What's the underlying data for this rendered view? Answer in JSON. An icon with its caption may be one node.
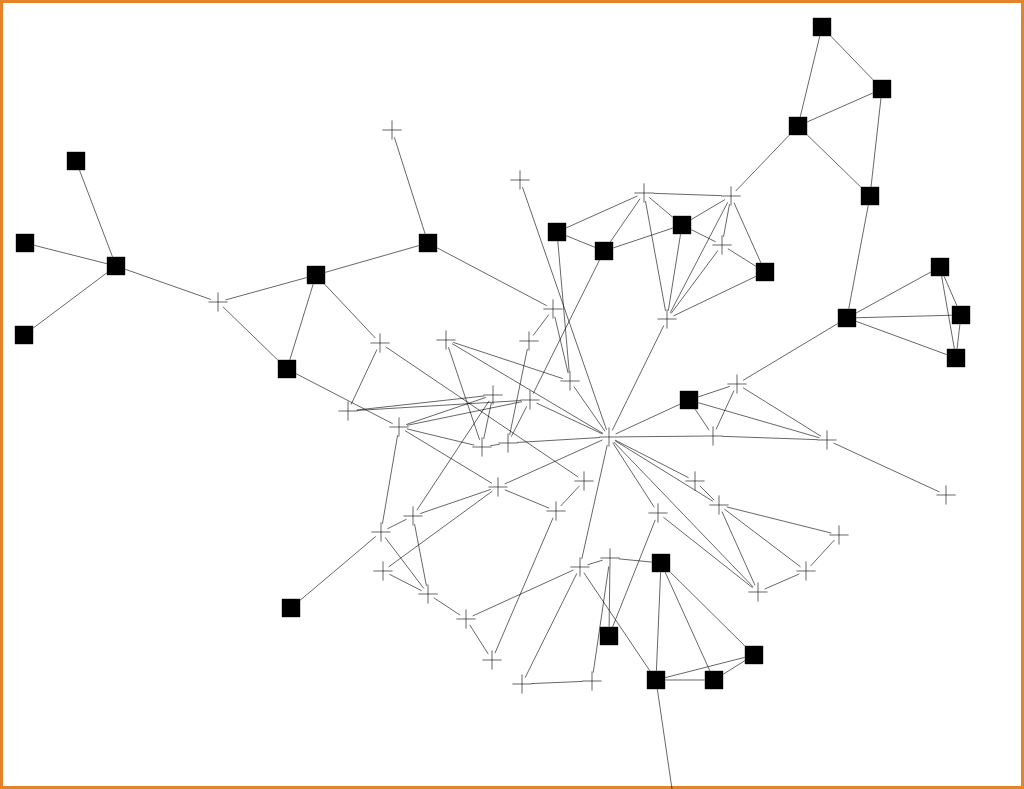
{
  "diagram": {
    "nodes": [
      {
        "text": [],
        "shape": "box"
      },
      {
        "text": [],
        "shape": "box"
      },
      {
        "text": [],
        "shape": "box"
      },
      {
        "text": [],
        "shape": "box"
      },
      {
        "text": [],
        "shape": "box"
      },
      {
        "text": [],
        "shape": "box"
      },
      {
        "text": [],
        "shape": "box"
      },
      {
        "text": [],
        "shape": "box"
      },
      {
        "text": [],
        "shape": "box"
      },
      {
        "text": [],
        "shape": "box"
      },
      {
        "text": [],
        "shape": "box"
      },
      {
        "text": [],
        "shape": "box"
      },
      {
        "text": [],
        "shape": "box"
      },
      {
        "text": [],
        "shape": "box"
      },
      {
        "text": [],
        "shape": "box"
      },
      {
        "text": [],
        "shape": "box"
      },
      {
        "text": [],
        "shape": "box"
      },
      {
        "text": [],
        "shape": "box"
      },
      {
        "text": [],
        "shape": "box"
      },
      {
        "text": [],
        "shape": "box"
      },
      {
        "text": [],
        "shape": "box"
      },
      {
        "text": [],
        "shape": "box"
      },
      {
        "text": [],
        "shape": "box"
      },
      {
        "text": [],
        "shape": "box"
      },
      {
        "text": [],
        "shape": "box"
      },
      {
        "text": [],
        "shape": "box"
      },
      {
        "text": [],
        "shape": "cross"
      },
      {
        "text": [],
        "shape": "cross"
      },
      {
        "text": [],
        "shape": "cross"
      },
      {
        "text": [],
        "shape": "cross"
      },
      {
        "text": [],
        "shape": "cross"
      },
      {
        "text": [],
        "shape": "cross"
      },
      {
        "text": [],
        "shape": "cross"
      },
      {
        "text": [],
        "shape": "cross"
      },
      {
        "text": [],
        "shape": "cross"
      },
      {
        "text": [],
        "shape": "cross"
      },
      {
        "text": [],
        "shape": "cross"
      },
      {
        "text": [],
        "shape": "cross"
      },
      {
        "text": [],
        "shape": "cross"
      },
      {
        "text": [],
        "shape": "cross"
      },
      {
        "text": [],
        "shape": "cross"
      },
      {
        "text": [],
        "shape": "cross"
      },
      {
        "text": [],
        "shape": "cross"
      },
      {
        "text": [],
        "shape": "cross"
      },
      {
        "text": [],
        "shape": "cross"
      },
      {
        "text": [],
        "shape": "cross"
      },
      {
        "text": [],
        "shape": "cross"
      },
      {
        "text": [],
        "shape": "cross"
      },
      {
        "text": [],
        "shape": "cross"
      },
      {
        "text": [],
        "shape": "cross"
      },
      {
        "text": [],
        "shape": "cross"
      },
      {
        "text": [],
        "shape": "cross"
      },
      {
        "text": [],
        "shape": "cross"
      },
      {
        "text": [],
        "shape": "cross"
      },
      {
        "text": [],
        "shape": "cross"
      },
      {
        "text": [],
        "shape": "cross"
      },
      {
        "text": [],
        "shape": "cross"
      },
      {
        "text": [],
        "shape": "cross"
      },
      {
        "text": [],
        "shape": "cross"
      },
      {
        "text": [],
        "shape": "cross"
      },
      {
        "text": [],
        "shape": "cross"
      },
      {
        "text": [],
        "shape": "cross"
      },
      {
        "text": [],
        "shape": "cross"
      },
      {
        "text": [],
        "shape": "cross"
      },
      {
        "text": [],
        "shape": "cross"
      },
      {
        "text": [],
        "shape": "cross"
      },
      {
        "text": [],
        "shape": "cross"
      },
      {
        "text": [],
        "shape": "cross"
      }
    ],
    "edges": [
      {
        "from": 0,
        "to": 2,
        "arrow": "none"
      },
      {
        "from": 0,
        "to": 1,
        "arrow": "none"
      },
      {
        "from": 1,
        "to": 2,
        "arrow": "none"
      },
      {
        "from": 1,
        "to": 3,
        "arrow": "none"
      },
      {
        "from": 2,
        "to": 3,
        "arrow": "none"
      },
      {
        "from": 2,
        "to": 29,
        "arrow": "none"
      },
      {
        "from": 3,
        "to": 17,
        "arrow": "none"
      },
      {
        "from": 17,
        "to": 15,
        "arrow": "none"
      },
      {
        "from": 17,
        "to": 16,
        "arrow": "none"
      },
      {
        "from": 17,
        "to": 18,
        "arrow": "none"
      },
      {
        "from": 15,
        "to": 16,
        "arrow": "none"
      },
      {
        "from": 15,
        "to": 18,
        "arrow": "none"
      },
      {
        "from": 16,
        "to": 18,
        "arrow": "none"
      },
      {
        "from": 17,
        "to": 45,
        "arrow": "none"
      },
      {
        "from": 4,
        "to": 6,
        "arrow": "none"
      },
      {
        "from": 5,
        "to": 6,
        "arrow": "none"
      },
      {
        "from": 7,
        "to": 6,
        "arrow": "none"
      },
      {
        "from": 6,
        "to": 32,
        "arrow": "none"
      },
      {
        "from": 32,
        "to": 9,
        "arrow": "none"
      },
      {
        "from": 32,
        "to": 10,
        "arrow": "none"
      },
      {
        "from": 9,
        "to": 8,
        "arrow": "none"
      },
      {
        "from": 9,
        "to": 10,
        "arrow": "none"
      },
      {
        "from": 8,
        "to": 26,
        "arrow": "none"
      },
      {
        "from": 8,
        "to": 33,
        "arrow": "none"
      },
      {
        "from": 9,
        "to": 34,
        "arrow": "none"
      },
      {
        "from": 34,
        "to": 50,
        "arrow": "none"
      },
      {
        "from": 34,
        "to": 37,
        "arrow": "none"
      },
      {
        "from": 10,
        "to": 41,
        "arrow": "none"
      },
      {
        "from": 41,
        "to": 49,
        "arrow": "none"
      },
      {
        "from": 37,
        "to": 39,
        "arrow": "none"
      },
      {
        "from": 37,
        "to": 40,
        "arrow": "none"
      },
      {
        "from": 41,
        "to": 39,
        "arrow": "none"
      },
      {
        "from": 41,
        "to": 40,
        "arrow": "none"
      },
      {
        "from": 41,
        "to": 42,
        "arrow": "none"
      },
      {
        "from": 41,
        "to": 53,
        "arrow": "none"
      },
      {
        "from": 35,
        "to": 38,
        "arrow": "none"
      },
      {
        "from": 35,
        "to": 44,
        "arrow": "none"
      },
      {
        "from": 35,
        "to": 42,
        "arrow": "none"
      },
      {
        "from": 33,
        "to": 36,
        "arrow": "none"
      },
      {
        "from": 36,
        "to": 43,
        "arrow": "none"
      },
      {
        "from": 33,
        "to": 38,
        "arrow": "none"
      },
      {
        "from": 38,
        "to": 44,
        "arrow": "none"
      },
      {
        "from": 27,
        "to": 44,
        "arrow": "none"
      },
      {
        "from": 11,
        "to": 38,
        "arrow": "none"
      },
      {
        "from": 12,
        "to": 40,
        "arrow": "none"
      },
      {
        "from": 28,
        "to": 11,
        "arrow": "none"
      },
      {
        "from": 28,
        "to": 12,
        "arrow": "none"
      },
      {
        "from": 28,
        "to": 13,
        "arrow": "none"
      },
      {
        "from": 28,
        "to": 29,
        "arrow": "none"
      },
      {
        "from": 28,
        "to": 31,
        "arrow": "none"
      },
      {
        "from": 13,
        "to": 12,
        "arrow": "none"
      },
      {
        "from": 11,
        "to": 12,
        "arrow": "none"
      },
      {
        "from": 13,
        "to": 29,
        "arrow": "none"
      },
      {
        "from": 13,
        "to": 31,
        "arrow": "none"
      },
      {
        "from": 13,
        "to": 30,
        "arrow": "none"
      },
      {
        "from": 29,
        "to": 31,
        "arrow": "none"
      },
      {
        "from": 29,
        "to": 14,
        "arrow": "none"
      },
      {
        "from": 30,
        "to": 31,
        "arrow": "none"
      },
      {
        "from": 29,
        "to": 30,
        "arrow": "none"
      },
      {
        "from": 14,
        "to": 31,
        "arrow": "none"
      },
      {
        "from": 31,
        "to": 44,
        "arrow": "none"
      },
      {
        "from": 44,
        "to": 19,
        "arrow": "none"
      },
      {
        "from": 30,
        "to": 14,
        "arrow": "none"
      },
      {
        "from": 44,
        "to": 46,
        "arrow": "none"
      },
      {
        "from": 46,
        "to": 47,
        "arrow": "none"
      },
      {
        "from": 19,
        "to": 45,
        "arrow": "none"
      },
      {
        "from": 19,
        "to": 46,
        "arrow": "none"
      },
      {
        "from": 19,
        "to": 47,
        "arrow": "none"
      },
      {
        "from": 45,
        "to": 46,
        "arrow": "none"
      },
      {
        "from": 45,
        "to": 47,
        "arrow": "none"
      },
      {
        "from": 47,
        "to": 48,
        "arrow": "none"
      },
      {
        "from": 44,
        "to": 54,
        "arrow": "none"
      },
      {
        "from": 44,
        "to": 55,
        "arrow": "none"
      },
      {
        "from": 44,
        "to": 56,
        "arrow": "none"
      },
      {
        "from": 44,
        "to": 59,
        "arrow": "none"
      },
      {
        "from": 64,
        "to": 22,
        "arrow": "none"
      },
      {
        "from": 54,
        "to": 55,
        "arrow": "none"
      },
      {
        "from": 55,
        "to": 57,
        "arrow": "none"
      },
      {
        "from": 55,
        "to": 58,
        "arrow": "none"
      },
      {
        "from": 55,
        "to": 59,
        "arrow": "none"
      },
      {
        "from": 56,
        "to": 59,
        "arrow": "none"
      },
      {
        "from": 57,
        "to": 58,
        "arrow": "none"
      },
      {
        "from": 58,
        "to": 59,
        "arrow": "none"
      },
      {
        "from": 56,
        "to": 22,
        "arrow": "none"
      },
      {
        "from": 44,
        "to": 43,
        "arrow": "none"
      },
      {
        "from": 43,
        "to": 42,
        "arrow": "none"
      },
      {
        "from": 39,
        "to": 42,
        "arrow": "none"
      },
      {
        "from": 40,
        "to": 43,
        "arrow": "none"
      },
      {
        "from": 44,
        "to": 40,
        "arrow": "none"
      },
      {
        "from": 44,
        "to": 49,
        "arrow": "none"
      },
      {
        "from": 52,
        "to": 39,
        "arrow": "none"
      },
      {
        "from": 44,
        "to": 63,
        "arrow": "none"
      },
      {
        "from": 50,
        "to": 51,
        "arrow": "none"
      },
      {
        "from": 21,
        "to": 23,
        "arrow": "none"
      },
      {
        "from": 21,
        "to": 25,
        "arrow": "none"
      },
      {
        "from": 21,
        "to": 24,
        "arrow": "none"
      },
      {
        "from": 24,
        "to": 25,
        "arrow": "none"
      },
      {
        "from": 24,
        "to": 23,
        "arrow": "none"
      },
      {
        "from": 25,
        "to": 23,
        "arrow": "none"
      },
      {
        "from": 24,
        "to": null,
        "arrow": "none"
      },
      {
        "from": 64,
        "to": 21,
        "arrow": "none"
      },
      {
        "from": 63,
        "to": 64,
        "arrow": "none"
      },
      {
        "from": 63,
        "to": 24,
        "arrow": "none"
      },
      {
        "from": 20,
        "to": 53,
        "arrow": "none"
      },
      {
        "from": 53,
        "to": 52,
        "arrow": "none"
      },
      {
        "from": 53,
        "to": 61,
        "arrow": "none"
      },
      {
        "from": 61,
        "to": 62,
        "arrow": "none"
      },
      {
        "from": 62,
        "to": 63,
        "arrow": "none"
      },
      {
        "from": 62,
        "to": 65,
        "arrow": "none"
      },
      {
        "from": 66,
        "to": 67,
        "arrow": "none"
      },
      {
        "from": 66,
        "to": 63,
        "arrow": "none"
      },
      {
        "from": 67,
        "to": 64,
        "arrow": "none"
      },
      {
        "from": 60,
        "to": 49,
        "arrow": "none"
      },
      {
        "from": 60,
        "to": 61,
        "arrow": "none"
      },
      {
        "from": 52,
        "to": 61,
        "arrow": "none"
      },
      {
        "from": 52,
        "to": 49,
        "arrow": "none"
      },
      {
        "from": 65,
        "to": 51,
        "arrow": "none"
      },
      {
        "from": 49,
        "to": 51,
        "arrow": "none"
      }
    ]
  }
}
